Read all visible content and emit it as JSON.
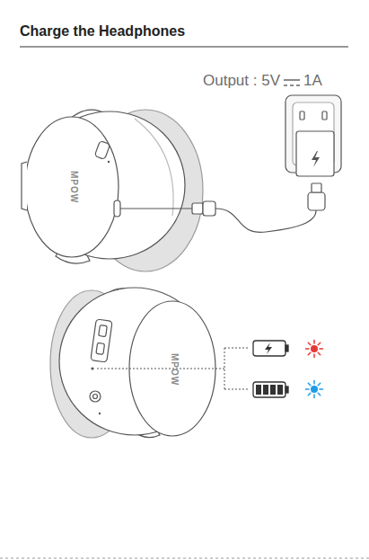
{
  "diagram": {
    "title": "Charge the Headphones",
    "labels": [
      "Output : 5V",
      "1A",
      "MPOW",
      "MPOW"
    ]
  }
}
